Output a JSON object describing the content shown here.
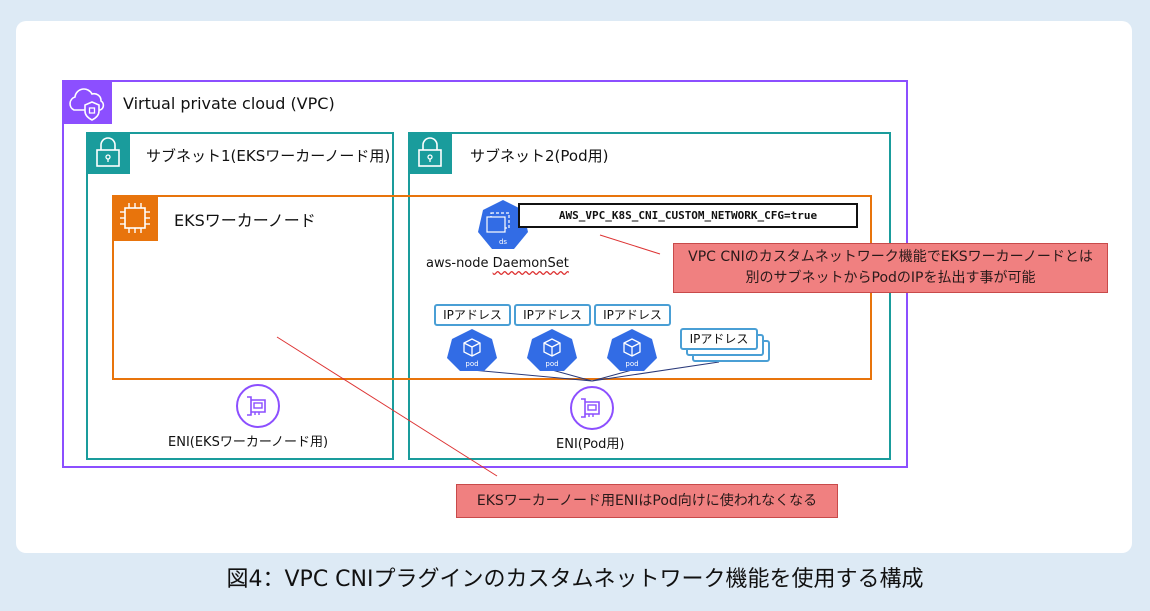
{
  "vpc": {
    "label": "Virtual private cloud (VPC)",
    "icon": "vpc-cloud-icon",
    "color": "#8c4fff"
  },
  "subnets": [
    {
      "label": "サブネット1(EKSワーカーノード用)",
      "icon": "lock-icon",
      "color": "#1a9c9c"
    },
    {
      "label": "サブネット2(Pod用)",
      "icon": "lock-icon",
      "color": "#1a9c9c"
    }
  ],
  "worker_node": {
    "label": "EKSワーカーノード",
    "icon": "chip-icon",
    "color": "#e8740c"
  },
  "config_box": {
    "text": "AWS_VPC_K8S_CNI_CUSTOM_NETWORK_CFG=true"
  },
  "daemonset": {
    "label_prefix": "aws-node ",
    "label_name": "DaemonSet",
    "icon_text": "ds"
  },
  "callouts": {
    "custom_network_line1": "VPC CNIのカスタムネットワーク機能でEKSワーカーノードとは",
    "custom_network_line2": "別のサブネットからPodのIPを払出す事が可能",
    "eni_note": "EKSワーカーノード用ENIはPod向けに使われなくなる",
    "color": "#f08080"
  },
  "ip_labels": [
    "IPアドレス",
    "IPアドレス",
    "IPアドレス",
    "IPアドレス"
  ],
  "pods": [
    {
      "label": "pod"
    },
    {
      "label": "pod"
    },
    {
      "label": "pod"
    }
  ],
  "enis": [
    {
      "label": "ENI(EKSワーカーノード用)",
      "icon": "network-card-icon"
    },
    {
      "label": "ENI(Pod用)",
      "icon": "network-card-icon"
    }
  ],
  "caption": "図4：VPC CNIプラグインのカスタムネットワーク機能を使用する構成"
}
